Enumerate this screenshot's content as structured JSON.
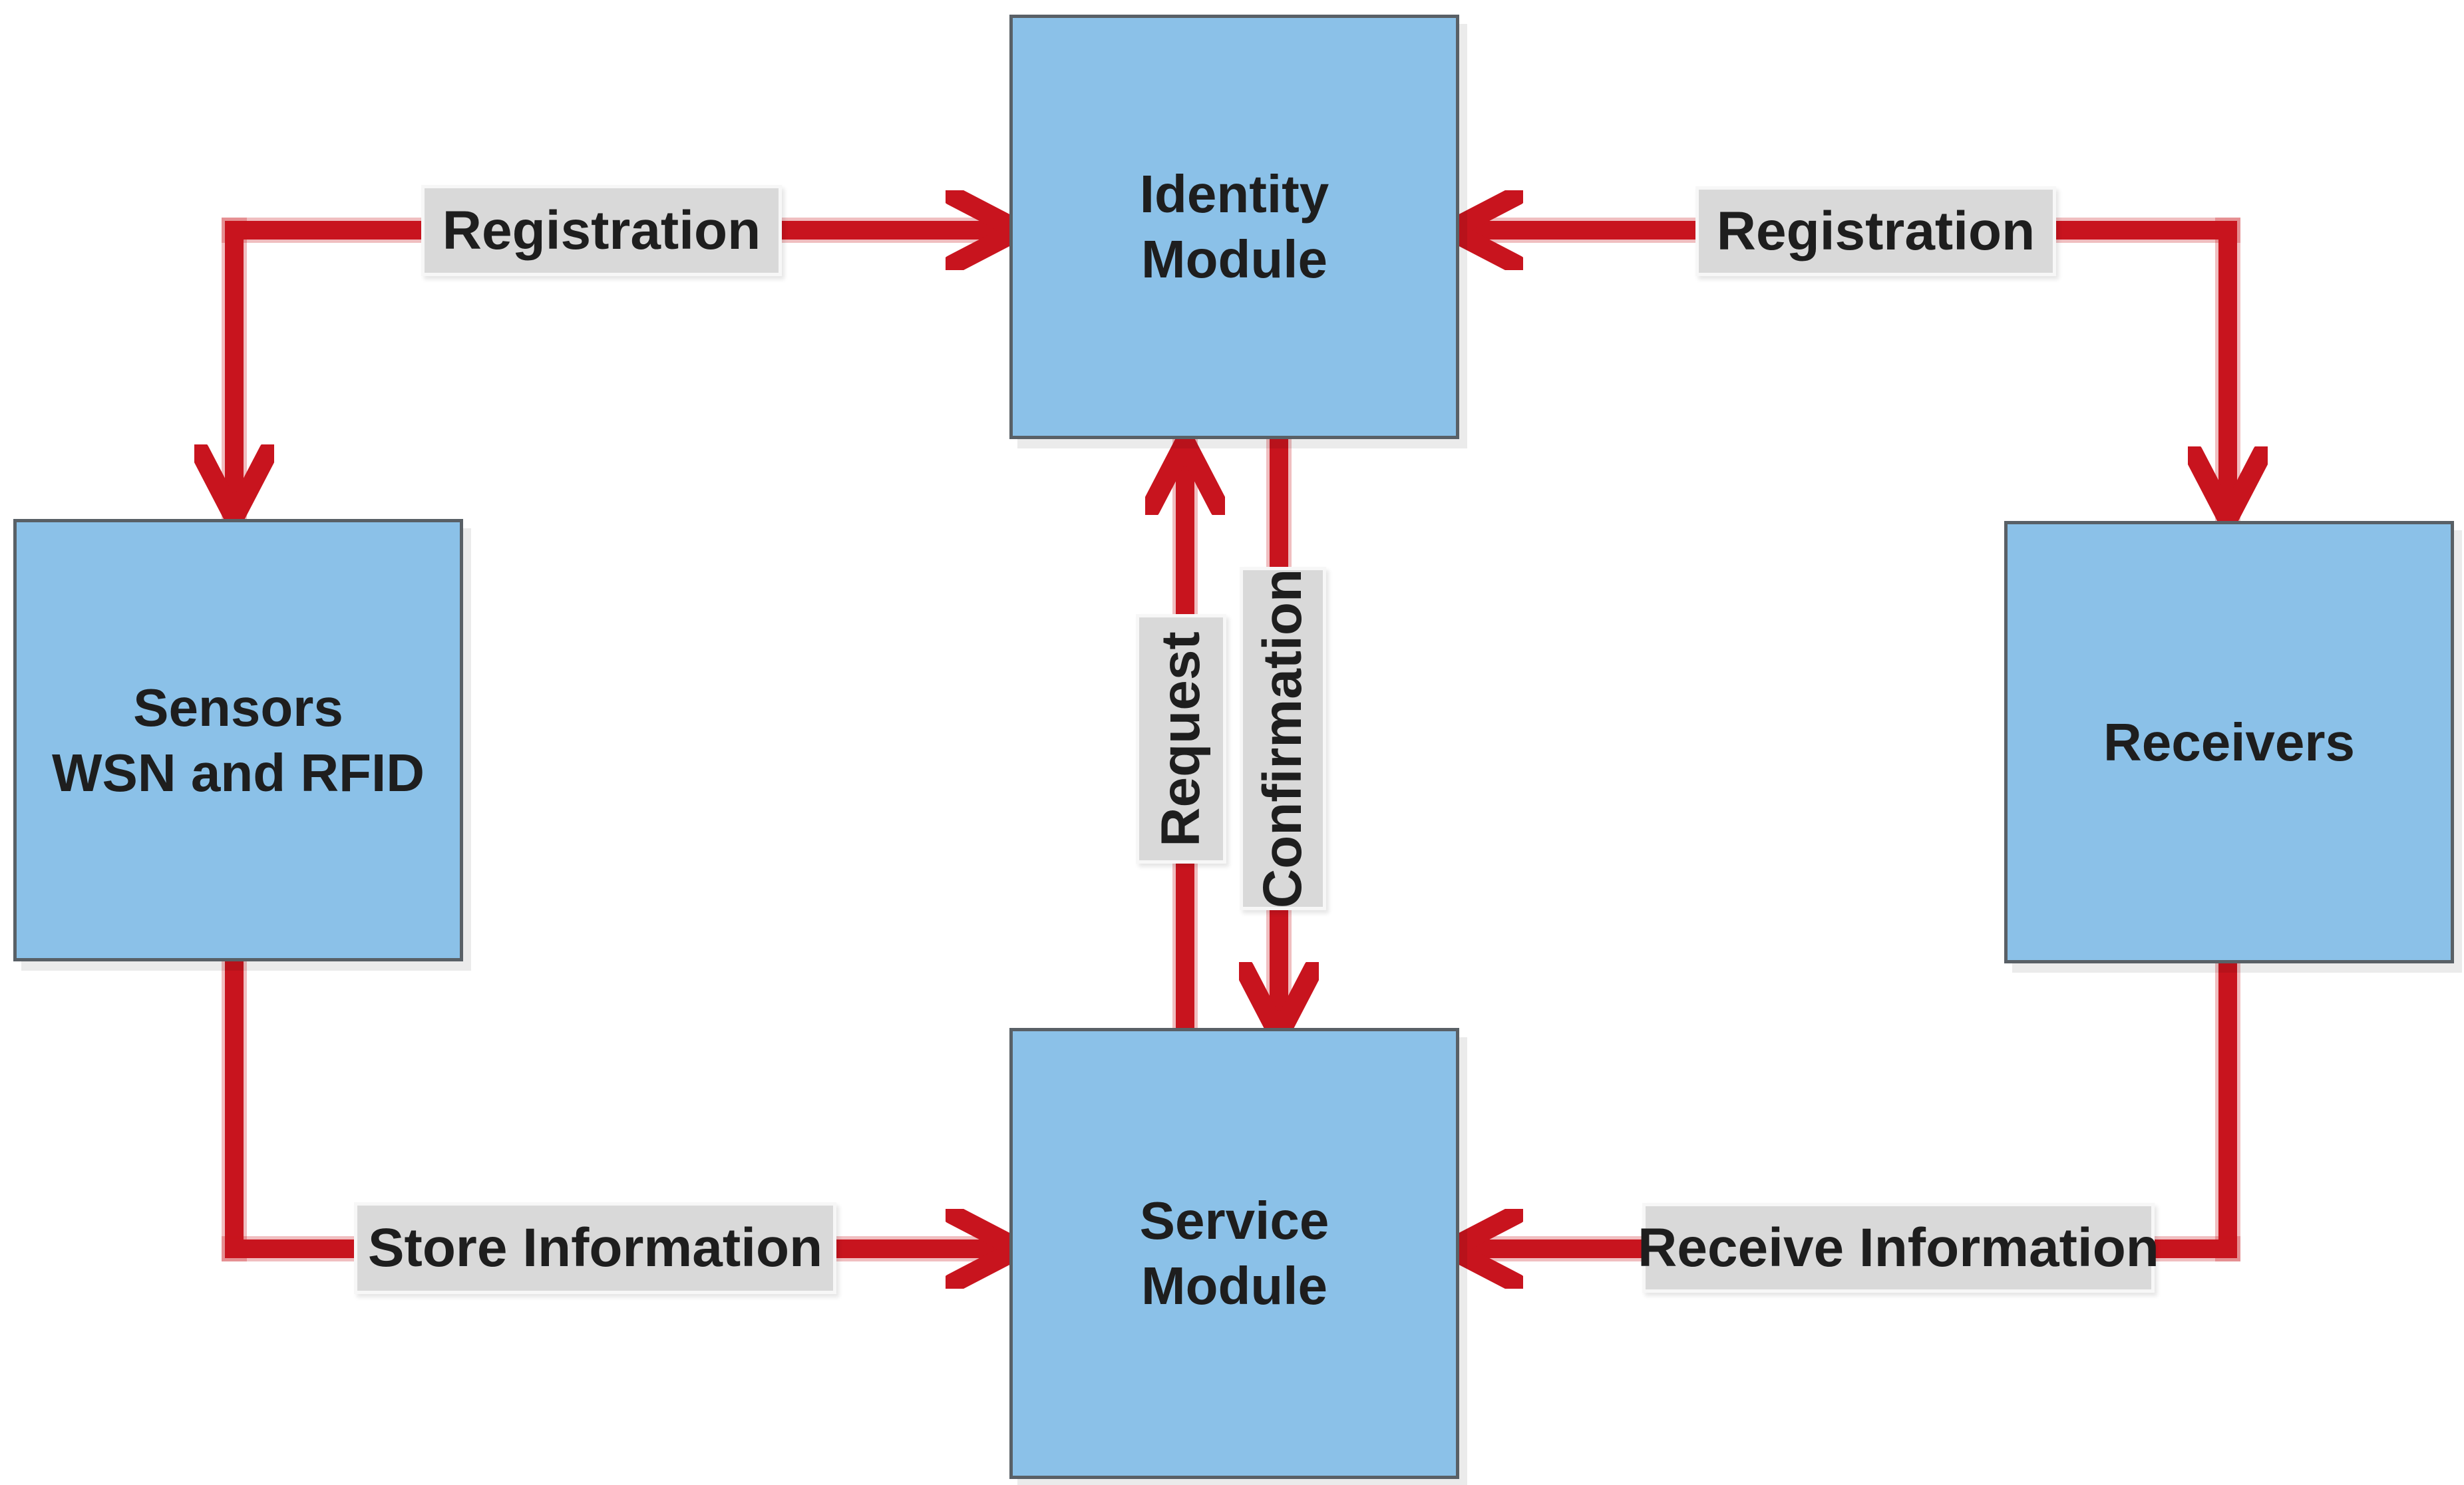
{
  "nodes": {
    "identity_module": {
      "line1": "Identity",
      "line2": "Module"
    },
    "sensors": {
      "line1": "Sensors",
      "line2": "WSN and RFID"
    },
    "receivers": {
      "line1": "Receivers"
    },
    "service_module": {
      "line1": "Service",
      "line2": "Module"
    }
  },
  "edges": {
    "registration_left": {
      "label": "Registration",
      "from": "sensors",
      "to": "identity_module",
      "arrowheads": [
        "into_sensors_top",
        "into_identity_left"
      ]
    },
    "registration_right": {
      "label": "Registration",
      "from": "receivers",
      "to": "identity_module",
      "arrowheads": [
        "into_receivers_top",
        "into_identity_right"
      ]
    },
    "request": {
      "label": "Request",
      "from": "service_module",
      "to": "identity_module",
      "arrowheads": [
        "into_identity_bottom"
      ]
    },
    "confirmation": {
      "label": "Confirmation",
      "from": "identity_module",
      "to": "service_module",
      "arrowheads": [
        "into_service_top"
      ]
    },
    "store_information": {
      "label": "Store Information",
      "from": "sensors",
      "to": "service_module",
      "arrowheads": [
        "into_service_left"
      ]
    },
    "receive_information": {
      "label": "Receive Information",
      "from": "receivers",
      "to": "service_module",
      "arrowheads": [
        "into_service_right"
      ]
    }
  },
  "colors": {
    "node_fill": "#8bc1e8",
    "node_border": "#596066",
    "arrow_red": "#c8141e",
    "label_bg": "#d9d9d9",
    "label_border": "#f7f7f7",
    "text": "#1e1e1e",
    "background": "#ffffff"
  }
}
